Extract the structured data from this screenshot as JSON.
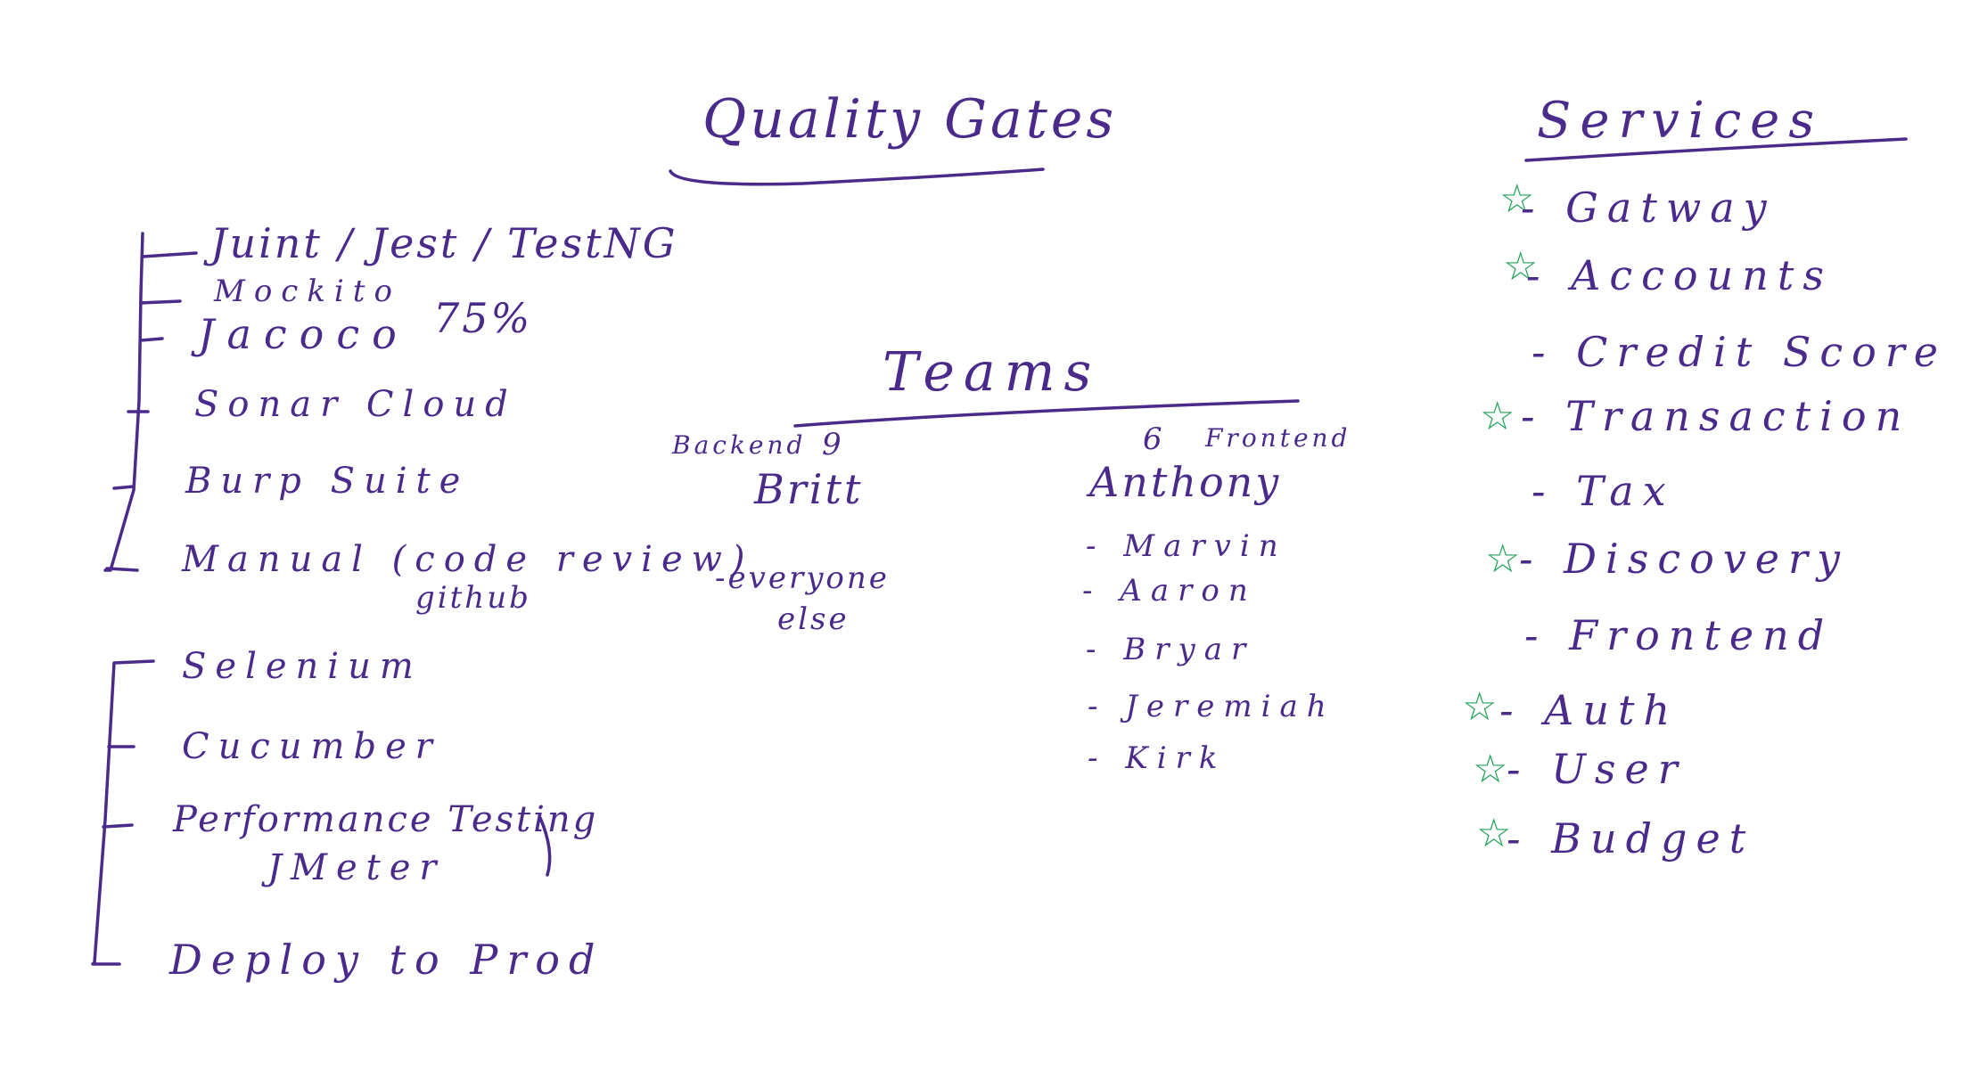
{
  "colors": {
    "ink": "#4a2a8a",
    "star": "#22a35a"
  },
  "quality_gates": {
    "title": "Quality Gates",
    "group1": [
      "Juint / Jest / TestNG",
      "Mockito",
      "Jacoco",
      "75%",
      "Sonar Cloud",
      "Burp Suite",
      "Manual (code review)",
      "github"
    ],
    "group2": [
      "Selenium",
      "Cucumber",
      "Performance Testing",
      "JMeter",
      "Deploy to Prod"
    ]
  },
  "teams": {
    "title": "Teams",
    "backend": {
      "label": "Backend",
      "count": "9",
      "lead": "Britt",
      "members": [
        "-everyone",
        "else"
      ]
    },
    "frontend": {
      "label": "Frontend",
      "count": "6",
      "lead": "Anthony",
      "members": [
        "- Marvin",
        "- Aaron",
        "- Bryar",
        "- Jeremiah",
        "- Kirk"
      ]
    }
  },
  "services": {
    "title": "Services",
    "star_icon": "star-icon",
    "items": [
      {
        "name": "- Gatway",
        "starred": true
      },
      {
        "name": "- Accounts",
        "starred": true
      },
      {
        "name": "- Credit Score",
        "starred": false
      },
      {
        "name": "- Transaction",
        "starred": true
      },
      {
        "name": "- Tax",
        "starred": false
      },
      {
        "name": "- Discovery",
        "starred": true
      },
      {
        "name": "- Frontend",
        "starred": false
      },
      {
        "name": "- Auth",
        "starred": true
      },
      {
        "name": "- User",
        "starred": true
      },
      {
        "name": "- Budget",
        "starred": true
      }
    ]
  }
}
